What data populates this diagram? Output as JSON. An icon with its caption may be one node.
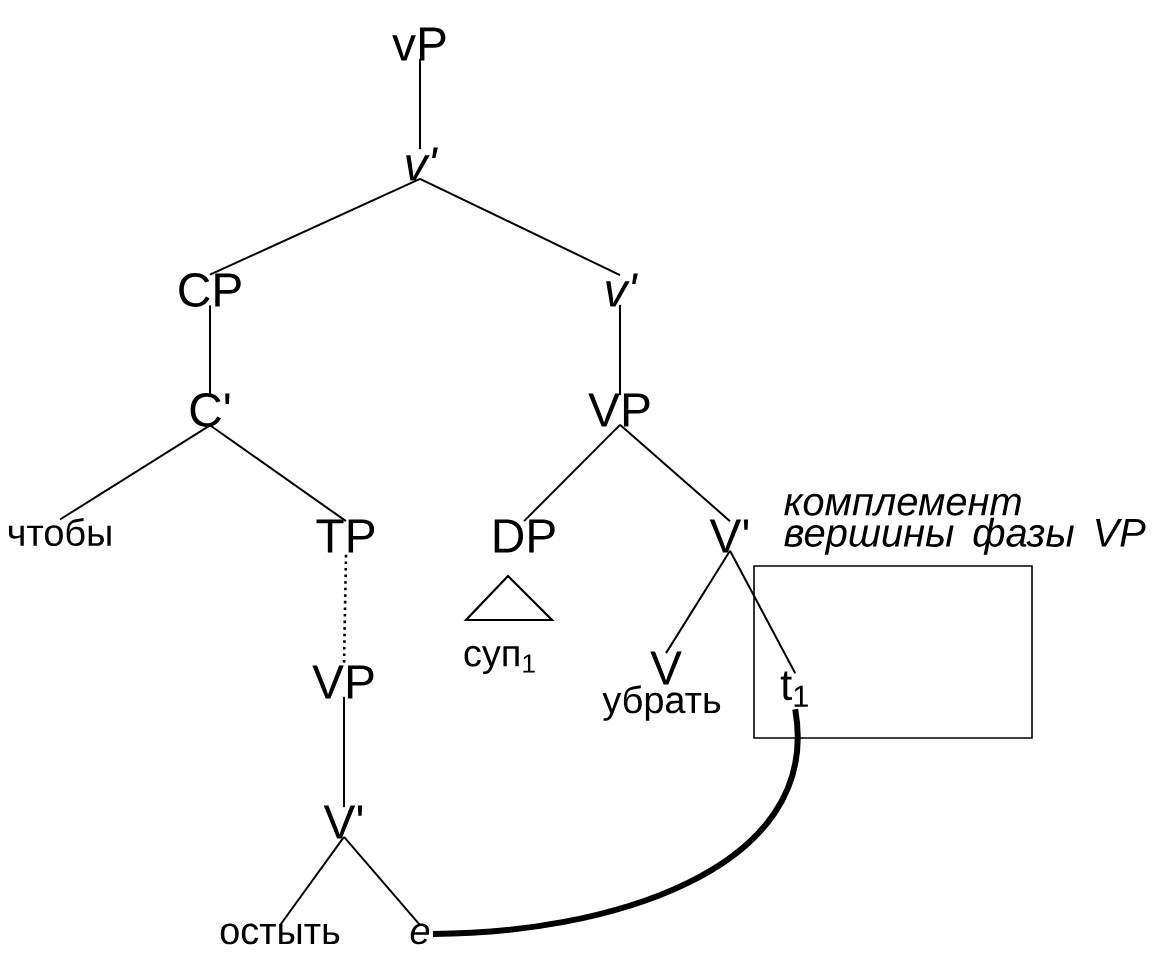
{
  "diagram": {
    "nodes": [
      {
        "text": [
          "vP"
        ]
      },
      {
        "text": [
          "v'"
        ]
      },
      {
        "text": [
          "CP"
        ]
      },
      {
        "text": [
          "v'"
        ]
      },
      {
        "text": [
          "C'"
        ]
      },
      {
        "text": [
          "VP"
        ]
      },
      {
        "text": [
          "чтобы"
        ]
      },
      {
        "text": [
          "TP"
        ]
      },
      {
        "text": [
          "DP"
        ]
      },
      {
        "text": [
          "V'"
        ]
      },
      {
        "text": [
          "комплемент вершины фазы VP"
        ]
      },
      {
        "text": [
          "суп$_{1}$"
        ]
      },
      {
        "text": [
          "V"
        ],
        "beside": [
          "убрать"
        ]
      },
      {
        "text": [
          "t$_{1}$"
        ],
        "in": 10
      },
      {
        "text": [
          "VP"
        ]
      },
      {
        "text": [
          "V'"
        ]
      },
      {
        "text": [
          "остыть"
        ]
      },
      {
        "text": [
          "e"
        ]
      }
    ],
    "edges": [
      {
        "from": 0,
        "to": 1,
        "arrow": "none"
      },
      {
        "from": 1,
        "to": 2,
        "arrow": "none"
      },
      {
        "from": 1,
        "to": 3,
        "arrow": "none"
      },
      {
        "from": 2,
        "to": 4,
        "arrow": "none"
      },
      {
        "from": 3,
        "to": 5,
        "arrow": "none"
      },
      {
        "from": 4,
        "to": 6,
        "arrow": "none"
      },
      {
        "from": 4,
        "to": 7,
        "arrow": "none"
      },
      {
        "from": 5,
        "to": 8,
        "arrow": "none"
      },
      {
        "from": 5,
        "to": 9,
        "arrow": "none"
      },
      {
        "from": 7,
        "to": 14,
        "arrow": "none",
        "style": "dashed"
      },
      {
        "from": 14,
        "to": 15,
        "arrow": "none"
      },
      {
        "from": 15,
        "to": 16,
        "arrow": "none"
      },
      {
        "from": 15,
        "to": 17,
        "arrow": "none"
      },
      {
        "from": 9,
        "to": 12,
        "arrow": "none"
      },
      {
        "from": 9,
        "to": 13,
        "arrow": "none"
      },
      {
        "from": 17,
        "to": 13,
        "arrow": "none",
        "style": "thick"
      }
    ]
  }
}
